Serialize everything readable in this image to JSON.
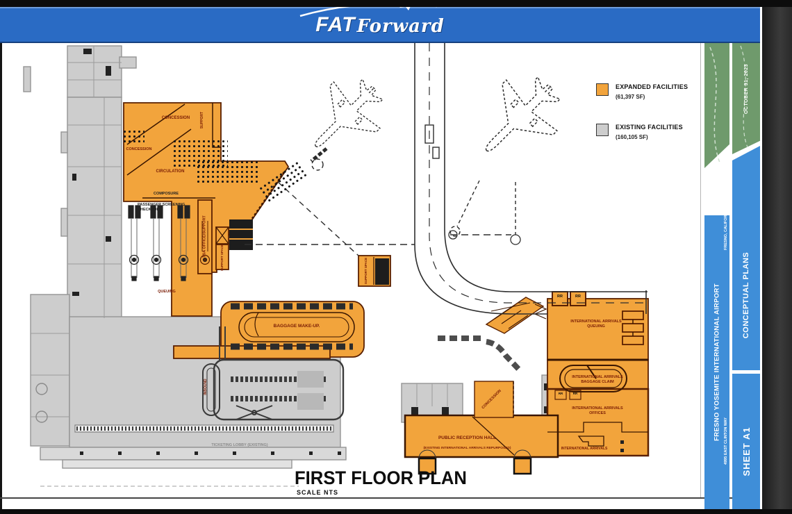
{
  "header": {
    "brand_bold": "FAT",
    "brand_script": "Forward"
  },
  "legend": {
    "expanded_label": "EXPANDED FACILITIES",
    "expanded_area": "(61,397 SF)",
    "existing_label": "EXISTING FACILITIES",
    "existing_area": "(160,105 SF)",
    "expanded_color": "#F2A43C",
    "existing_color": "#CDCDCD"
  },
  "title_block": {
    "date": "OCTOBER 31, 2023",
    "airport_name": "FRESNO YOSEMITE INTERNATIONAL AIRPORT",
    "airport_address": "4995 EAST CLINTON WAY",
    "airport_city": "FRESNO, CALIFORNIA",
    "plans": "CONCEPTUAL PLANS",
    "sheet": "SHEET A1"
  },
  "plan": {
    "title": "FIRST FLOOR PLAN",
    "scale": "SCALE NTS",
    "labels": {
      "concession1": "CONCESSION",
      "concession2": "CONCESSION",
      "concession3": "CONCESSION",
      "support": "SUPPORT",
      "circulation": "CIRCULATION",
      "composure": "COMPOSURE",
      "screening": "PASSENGER SCREENING\nCHECKPOINT",
      "tsa": "TSA OFFICE/SUPPORT",
      "support_space1": "SUPPORT SPACE",
      "support_space2": "SUPPORT SPACE",
      "queuing": "QUEUING",
      "baggage_makeup": "BAGGAGE MAKE-UP.",
      "inbound": "INBOUND",
      "intl_queuing": "INTERNATIONAL ARRIVALS\nQUEUING",
      "intl_claim": "INTERNATIONAL ARRIVALS\nBAGGAGE CLAIM",
      "intl_offices": "INTERNATIONAL ARRIVALS\nOFFICES",
      "intl_arrivals": "INTERNATIONAL ARRIVALS",
      "public_hall": "PUBLIC RECEPTION HALL",
      "public_hall_sub": "(EXISTING INTERNATIONAL ARRIVALS REPURPOSED)",
      "ticketing": "TICKETING LOBBY (EXISTING)",
      "rr": "RR"
    }
  }
}
